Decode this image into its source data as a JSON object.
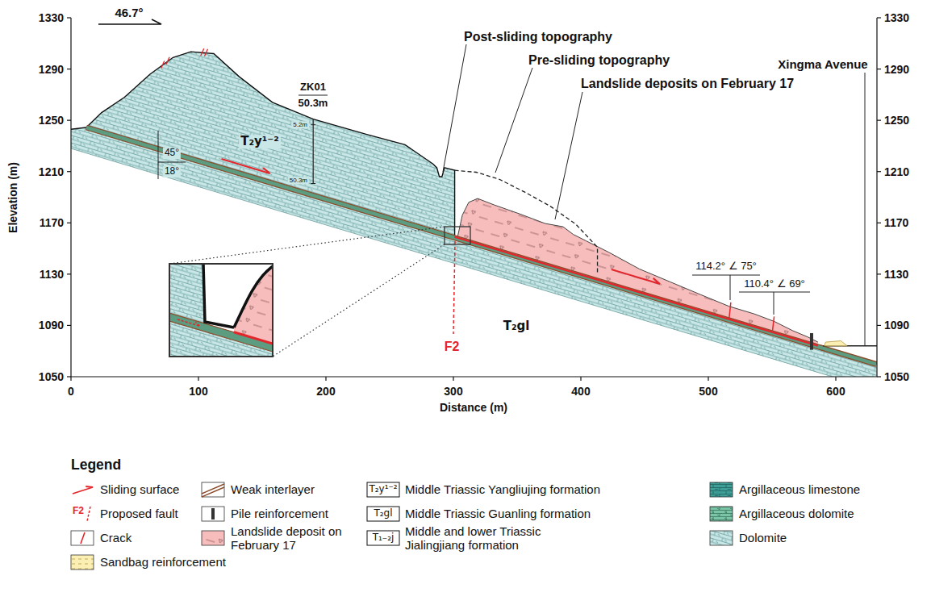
{
  "diagram": {
    "labels": [
      "46.7°",
      "1330",
      "1290",
      "1250",
      "1210",
      "1170",
      "1130",
      "1090",
      "1050",
      "1330",
      "1290",
      "1250",
      "1210",
      "1170",
      "1130",
      "1090",
      "1050",
      "0",
      "100",
      "200",
      "300",
      "400",
      "500",
      "600",
      "Elevation (m)",
      "Distance (m)",
      "ZK01",
      "50.3m",
      "5.2m",
      "50.3m",
      "T₂y¹⁻²",
      "45°",
      "18°",
      "Post-sliding topography",
      "Pre-sliding topography",
      "Landslide deposits on February 17",
      "Xingma Avenue",
      "F2",
      "114.2° ∠ 75°",
      "110.4° ∠ 69°",
      "T₂gl",
      "Legend",
      "F2",
      "T₂y¹⁻²",
      "T₂gl",
      "T₁₋₂j"
    ],
    "legend": [
      {
        "text": "Sliding surface"
      },
      {
        "text": "Weak interlayer"
      },
      {
        "text": "Middle Triassic Yangliujing formation"
      },
      {
        "text": "Argillaceous limestone",
        "color": "#3f9e98"
      },
      {
        "text": "Proposed fault"
      },
      {
        "text": "Pile reinforcement"
      },
      {
        "text": "Middle Triassic Guanling formation"
      },
      {
        "text": "Argillaceous dolomite",
        "color": "#7cc4a6"
      },
      {
        "text": "Crack"
      },
      {
        "text": "Landslide deposit on February 17",
        "color": "#f7bcbc"
      },
      {
        "text": "Middle and lower Triassic Jialingjiang formation"
      },
      {
        "text": "Dolomite",
        "color": "#c8e7e6"
      },
      {
        "text": "Sandbag reinforcement",
        "color": "#fbefb3"
      }
    ]
  }
}
